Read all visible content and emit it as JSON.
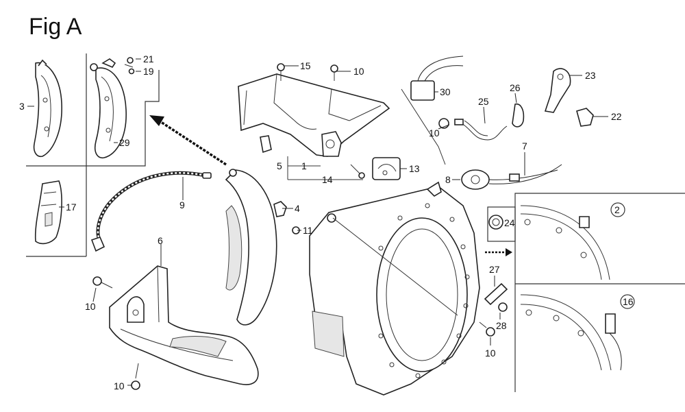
{
  "title": "Fig A",
  "callouts": [
    {
      "id": "c21",
      "text": "21"
    },
    {
      "id": "c19",
      "text": "19"
    },
    {
      "id": "c3",
      "text": "3"
    },
    {
      "id": "c29",
      "text": "29"
    },
    {
      "id": "c17",
      "text": "17"
    },
    {
      "id": "c9",
      "text": "9"
    },
    {
      "id": "c6",
      "text": "6"
    },
    {
      "id": "c10a",
      "text": "10"
    },
    {
      "id": "c10b",
      "text": "10"
    },
    {
      "id": "c15",
      "text": "15"
    },
    {
      "id": "c10c",
      "text": "10"
    },
    {
      "id": "c5",
      "text": "5"
    },
    {
      "id": "c1",
      "text": "1"
    },
    {
      "id": "c14",
      "text": "14"
    },
    {
      "id": "c13",
      "text": "13"
    },
    {
      "id": "c4",
      "text": "4"
    },
    {
      "id": "c11",
      "text": "11"
    },
    {
      "id": "c30",
      "text": "30"
    },
    {
      "id": "c10d",
      "text": "10"
    },
    {
      "id": "c25",
      "text": "25"
    },
    {
      "id": "c26",
      "text": "26"
    },
    {
      "id": "c23",
      "text": "23"
    },
    {
      "id": "c22",
      "text": "22"
    },
    {
      "id": "c7",
      "text": "7"
    },
    {
      "id": "c8",
      "text": "8"
    },
    {
      "id": "c24",
      "text": "24"
    },
    {
      "id": "c27",
      "text": "27"
    },
    {
      "id": "c28",
      "text": "28"
    },
    {
      "id": "c10e",
      "text": "10"
    },
    {
      "id": "c2",
      "text": "2"
    },
    {
      "id": "c16",
      "text": "16"
    }
  ]
}
